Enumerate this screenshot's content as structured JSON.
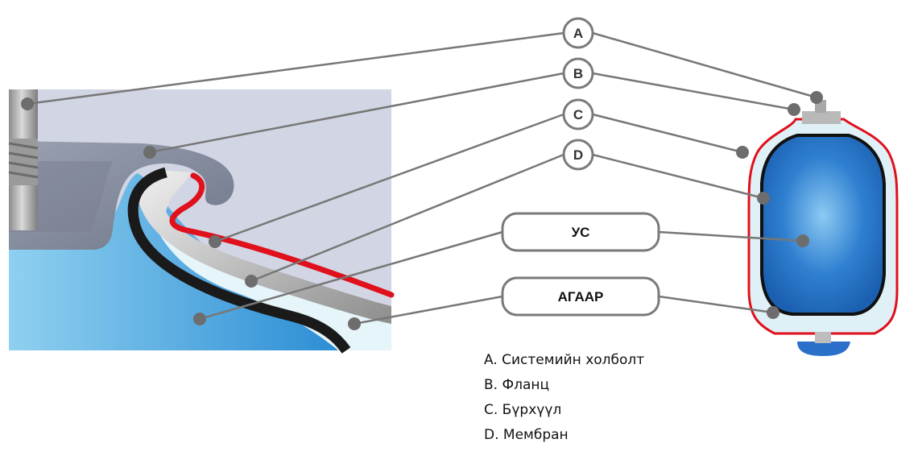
{
  "diagram": {
    "callouts": [
      {
        "id": "A",
        "letter": "A"
      },
      {
        "id": "B",
        "letter": "B"
      },
      {
        "id": "C",
        "letter": "C"
      },
      {
        "id": "D",
        "letter": "D"
      }
    ],
    "zones": {
      "water": "УС",
      "air": "АГААР"
    },
    "legend": [
      "A. Системийн холболт",
      "B. Фланц",
      "C. Бүрхүүл",
      "D. Мембран"
    ]
  },
  "colors": {
    "water": "#2f8ad4",
    "air": "#dff1f7",
    "shell": "#c9ccd6",
    "membrane": "#1a1a1a",
    "coating": "#e0101c",
    "leader": "#777777",
    "point": "#6d6d6d"
  }
}
